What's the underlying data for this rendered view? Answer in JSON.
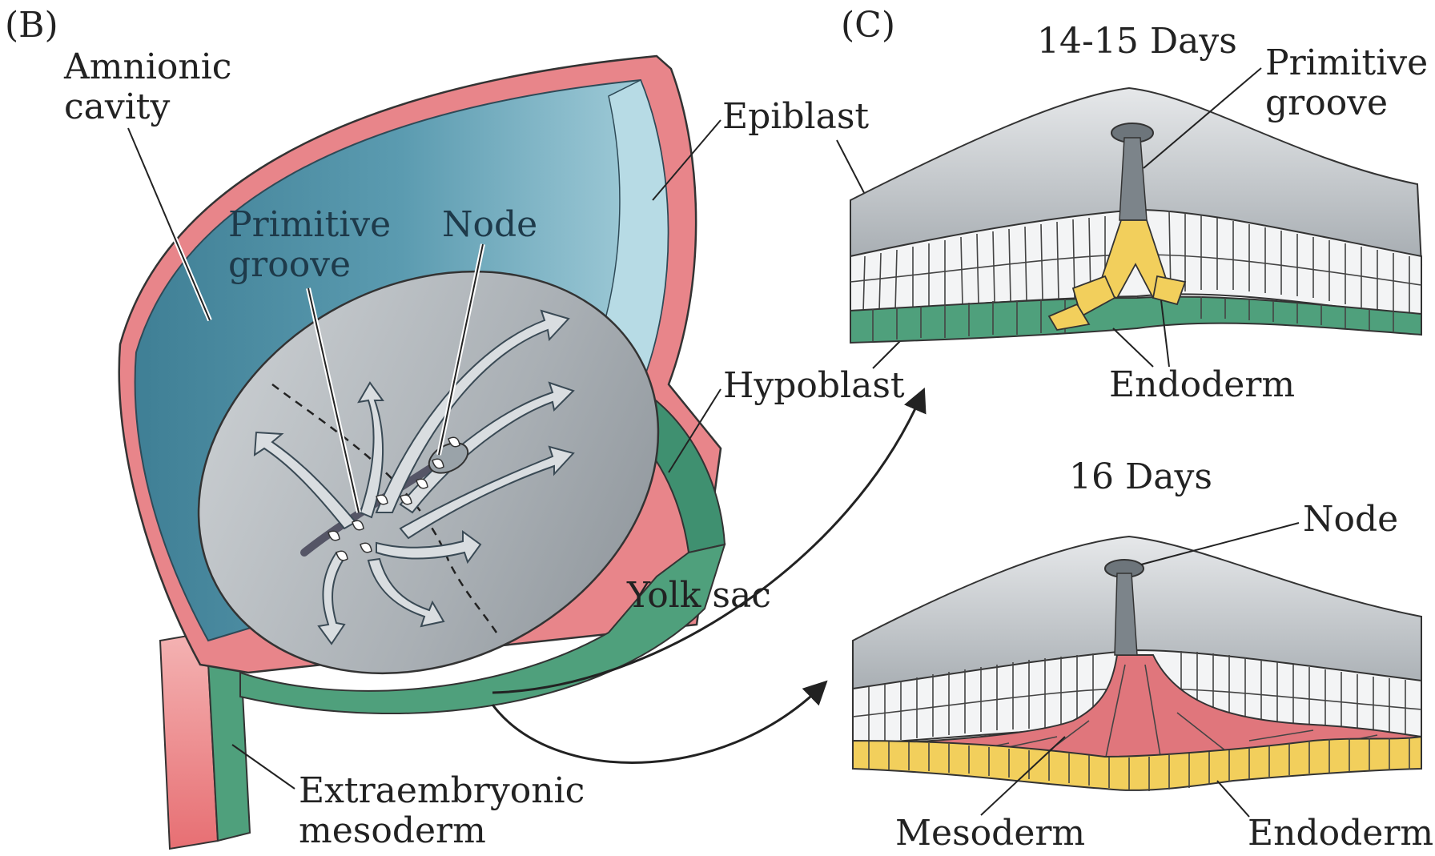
{
  "panels": {
    "b": {
      "panel_label": "(B)",
      "labels": {
        "amnionic_cavity_line1": "Amnionic",
        "amnionic_cavity_line2": "cavity",
        "primitive_groove_line1": "Primitive",
        "primitive_groove_line2": "groove",
        "node": "Node",
        "epiblast": "Epiblast",
        "hypoblast": "Hypoblast",
        "yolk_sac": "Yolk sac",
        "extraembryonic_line1": "Extraembryonic",
        "extraembryonic_line2": "mesoderm"
      }
    },
    "c": {
      "panel_label": "(C)",
      "top": {
        "title": "14-15 Days",
        "primitive_groove_line1": "Primitive",
        "primitive_groove_line2": "groove",
        "endoderm": "Endoderm"
      },
      "bottom": {
        "title": "16 Days",
        "node": "Node",
        "mesoderm": "Mesoderm",
        "endoderm": "Endoderm"
      }
    }
  },
  "colors": {
    "amnion_pink": "#e8858a",
    "amnion_blue": "#5a97ab",
    "amnion_blue_light": "#9cc9d6",
    "epiblast_grey": "#b9bfc4",
    "hypoblast_green": "#4fa07c",
    "endoderm_yellow": "#f2cf5c",
    "mesoderm_red": "#e0767c"
  }
}
